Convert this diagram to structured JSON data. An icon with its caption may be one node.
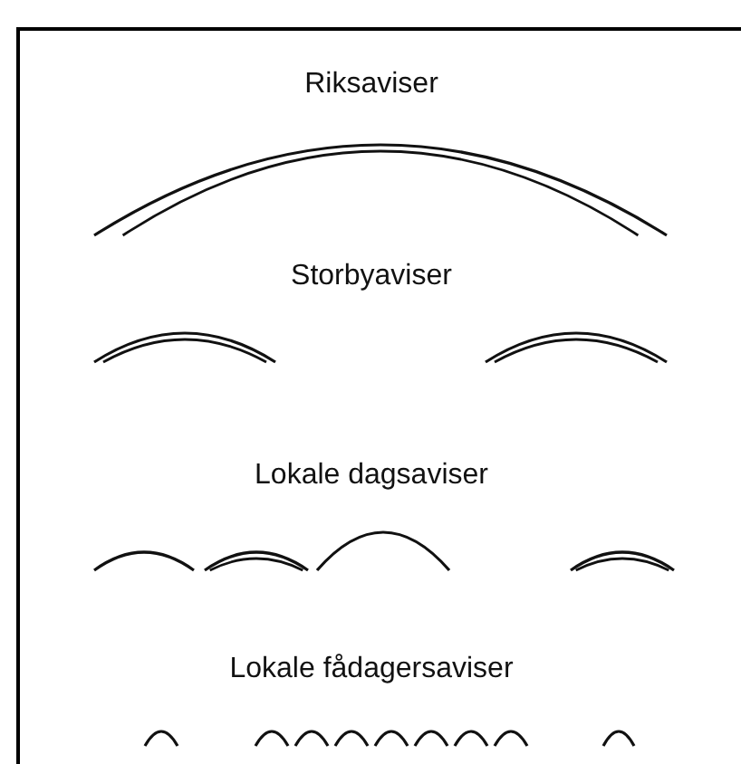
{
  "diagram": {
    "labels": [
      "Riksaviser",
      "Storbyaviser",
      "Lokale dagsaviser",
      "Lokale fådagersaviser"
    ]
  }
}
